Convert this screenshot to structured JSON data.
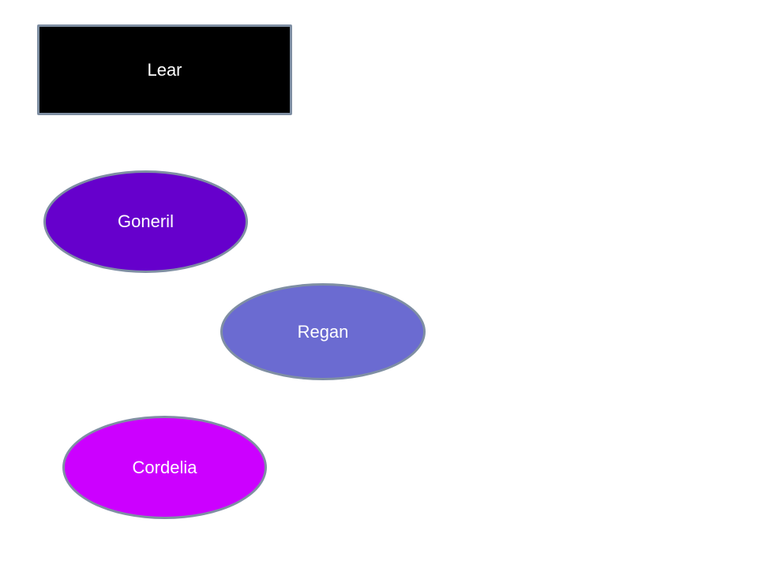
{
  "nodes": {
    "lear": {
      "label": "Lear",
      "shape": "rectangle",
      "fill": "#000000"
    },
    "goneril": {
      "label": "Goneril",
      "shape": "ellipse",
      "fill": "#6600cc"
    },
    "regan": {
      "label": "Regan",
      "shape": "ellipse",
      "fill": "#6b6bd1"
    },
    "cordelia": {
      "label": "Cordelia",
      "shape": "ellipse",
      "fill": "#cc00ff"
    }
  },
  "colors": {
    "border": "#7f8fa3",
    "text": "#ffffff",
    "background": "#ffffff"
  }
}
